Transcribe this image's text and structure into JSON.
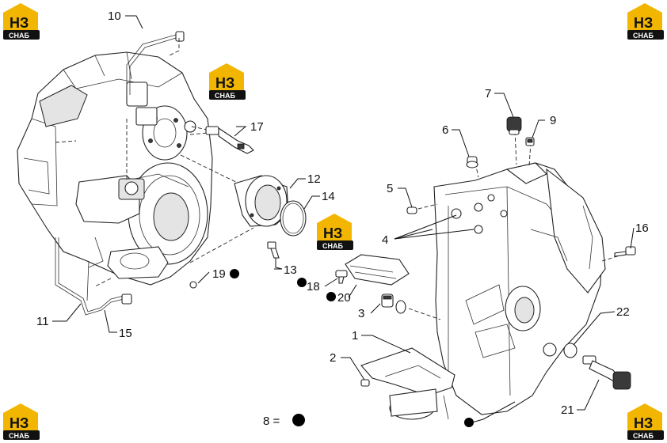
{
  "logo": {
    "mark": "НЗ",
    "subtitle": "СНАБ"
  },
  "callouts": {
    "c1": "1",
    "c2": "2",
    "c3": "3",
    "c4": "4",
    "c5": "5",
    "c6": "6",
    "c7": "7",
    "c8": "8 =",
    "c9": "9",
    "c10": "10",
    "c11": "11",
    "c12": "12",
    "c13": "13",
    "c14": "14",
    "c15": "15",
    "c16": "16",
    "c17": "17",
    "c18": "18",
    "c19": "19",
    "c20": "20",
    "c21": "21",
    "c22": "22"
  },
  "colors": {
    "logo_yellow": "#f2b600",
    "logo_black": "#111111",
    "ink": "#111111"
  }
}
